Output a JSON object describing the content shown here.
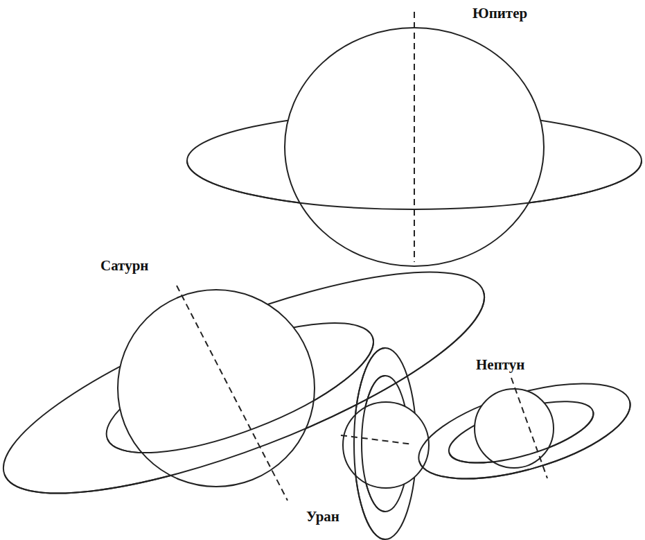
{
  "diagram": {
    "labels": [
      "Юпитер",
      "Сатурн",
      "Уран",
      "Нептун"
    ]
  }
}
